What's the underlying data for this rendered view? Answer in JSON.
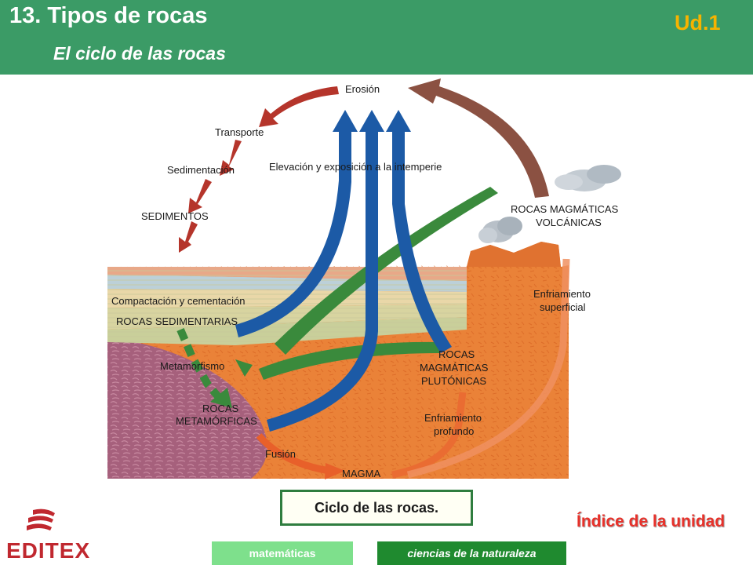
{
  "header": {
    "title": "13. Tipos de rocas",
    "subtitle": "El ciclo de las rocas",
    "unit": "Ud.1"
  },
  "diagram": {
    "labels": {
      "erosion": "Erosión",
      "transporte": "Transporte",
      "sedimentacion": "Sedimentación",
      "sedimentos": "SEDIMENTOS",
      "elevacion": "Elevación y exposición a la intemperie",
      "compactacion": "Compactación y cementación",
      "rocas_sedimentarias": "ROCAS SEDIMENTARIAS",
      "metamorfismo": "Metamorfismo",
      "rocas_metamorficas_1": "ROCAS",
      "rocas_metamorficas_2": "METAMÓRFICAS",
      "fusion": "Fusión",
      "magma": "MAGMA",
      "enfriamiento_profundo_1": "Enfriamiento",
      "enfriamiento_profundo_2": "profundo",
      "plutonicas_1": "ROCAS",
      "plutonicas_2": "MAGMÁTICAS",
      "plutonicas_3": "PLUTÓNICAS",
      "volcanicas_1": "ROCAS MAGMÁTICAS",
      "volcanicas_2": "VOLCÁNICAS",
      "enfriamiento_superficial_1": "Enfriamiento",
      "enfriamiento_superficial_2": "superficial"
    },
    "colors": {
      "red_arrow": "#b5352b",
      "blue_arrow": "#1c5aa6",
      "green_arrow": "#3a8a3c",
      "brown_arrow": "#8a5040",
      "orange_ground": "#e8782e",
      "purple_ground": "#a0607a"
    }
  },
  "caption": "Ciclo de las rocas.",
  "index_link": "Índice de la unidad",
  "logo": "EDITEX",
  "footer": {
    "matematicas": "matemáticas",
    "ciencias": "ciencias de la naturaleza"
  }
}
